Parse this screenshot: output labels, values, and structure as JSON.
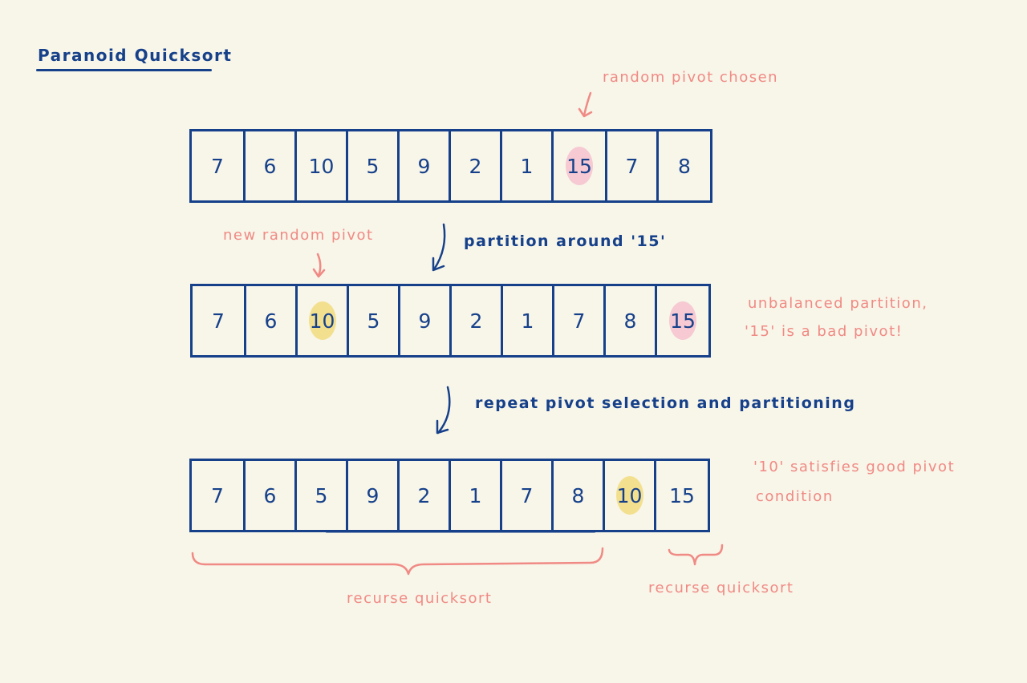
{
  "title": "Paranoid Quicksort",
  "colors": {
    "ink": "#16418a",
    "annotation": "#f08a84",
    "highlight_pink": "#f6c9d3",
    "highlight_yellow": "#f3e08f",
    "background": "#f8f5e9"
  },
  "arrays": [
    {
      "cells": [
        "7",
        "6",
        "10",
        "5",
        "9",
        "2",
        "1",
        "15",
        "7",
        "8"
      ],
      "highlight": {
        "index": 7,
        "color": "pink"
      }
    },
    {
      "cells": [
        "7",
        "6",
        "10",
        "5",
        "9",
        "2",
        "1",
        "7",
        "8",
        "15"
      ],
      "highlight_multi": [
        {
          "index": 2,
          "color": "yellow"
        },
        {
          "index": 9,
          "color": "pink"
        }
      ]
    },
    {
      "cells": [
        "7",
        "6",
        "5",
        "9",
        "2",
        "1",
        "7",
        "8",
        "10",
        "15"
      ],
      "highlight": {
        "index": 8,
        "color": "yellow"
      }
    }
  ],
  "annotations": {
    "random_pivot_chosen": "random pivot chosen",
    "partition_around": "partition around '15'",
    "new_random_pivot": "new random pivot",
    "unbalanced_line1": "unbalanced partition,",
    "unbalanced_line2": "'15' is a bad pivot!",
    "repeat": "repeat pivot selection and partitioning",
    "good_pivot_line1": "'10' satisfies good pivot",
    "good_pivot_line2": "condition",
    "recurse_left": "recurse quicksort",
    "recurse_right": "recurse quicksort"
  }
}
